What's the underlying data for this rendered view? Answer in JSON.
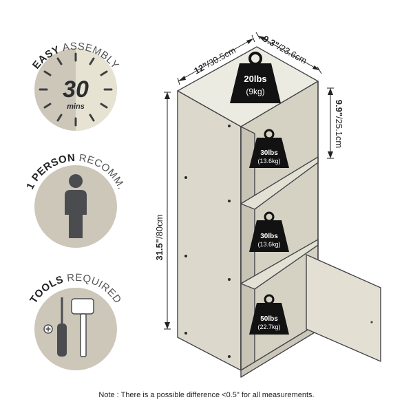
{
  "badges": {
    "assembly": {
      "bold": "EASY",
      "rest": " ASSEMBLY",
      "time": "30",
      "unit": "mins"
    },
    "person": {
      "bold": "1 PERSON",
      "rest": " RECOMM."
    },
    "tools": {
      "bold": "TOOLS",
      "rest": " REQUIRED"
    }
  },
  "dimensions": {
    "depth_in": "12\"",
    "depth_cm": "/30.5cm",
    "width_in": "9.3\"",
    "width_cm": "/23.6cm",
    "height_in": "31.5\"",
    "height_cm": "/80cm",
    "shelf_in": "9.9\"",
    "shelf_cm": "/25.1cm"
  },
  "loads": {
    "top": {
      "lbs": "20lbs",
      "kg": "(9kg)"
    },
    "shelf1": {
      "lbs": "30lbs",
      "kg": "(13.6kg)"
    },
    "shelf2": {
      "lbs": "30lbs",
      "kg": "(13.6kg)"
    },
    "bottom": {
      "lbs": "50lbs",
      "kg": "(22.7kg)"
    }
  },
  "note": "Note : There is a possible difference <0.5\" for all measurements.",
  "colors": {
    "badge": "#cdc7ba",
    "icon": "#4a4c4f",
    "wood": "#e0ddd0",
    "edge": "#45454a",
    "weight": "#121212"
  }
}
